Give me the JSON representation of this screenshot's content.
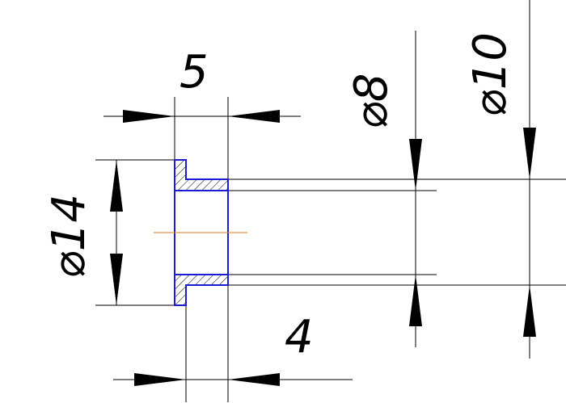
{
  "drawing": {
    "dimensions": {
      "width_top": "5",
      "width_bottom": "4",
      "outer_diameter": "⌀14",
      "bore_diameter": "⌀8",
      "shaft_diameter": "⌀10"
    },
    "colors": {
      "part_outline": "#1c1cd6",
      "center_line": "#e07820",
      "dimension_lines": "#000000"
    }
  }
}
